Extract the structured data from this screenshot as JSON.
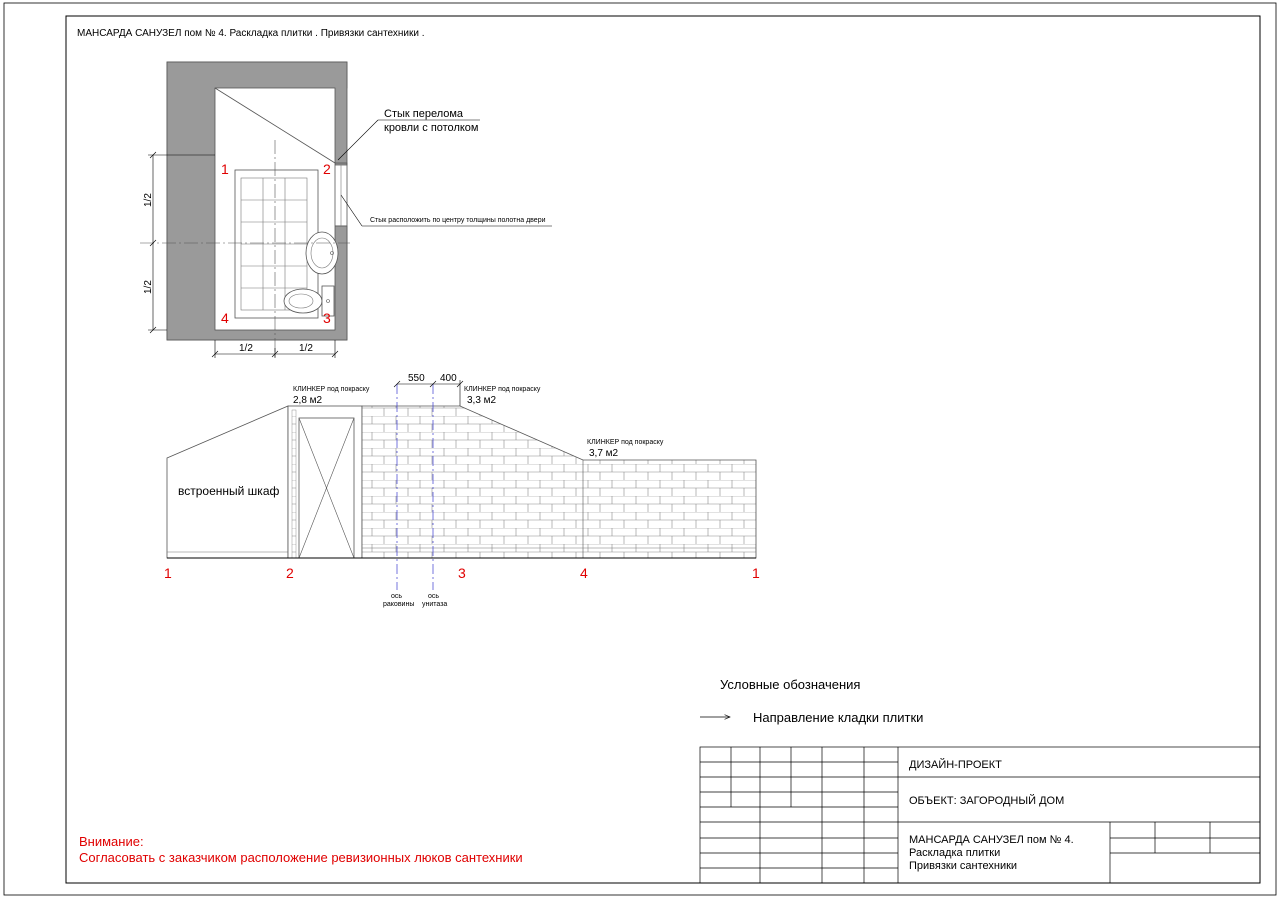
{
  "header": {
    "title": "МАНСАРДА  САНУЗЕЛ пом  № 4. Раскладка плитки . Привязки сантехники ."
  },
  "plan": {
    "corners": [
      "1",
      "2",
      "3",
      "4"
    ],
    "dim_halves": [
      "1/2",
      "1/2"
    ],
    "vert_halves": [
      "1/2",
      "1/2"
    ],
    "roof_break_note": [
      "Стык перелома",
      "кровли с потолком"
    ],
    "door_note": "Стык расположить по центру толщины полотна двери"
  },
  "elevation": {
    "dim_top": [
      "550",
      "400"
    ],
    "zones": [
      {
        "material": "КЛИНКЕР под покраску",
        "area": "2,8 м2"
      },
      {
        "material": "КЛИНКЕР под покраску",
        "area": "3,3 м2"
      },
      {
        "material": "КЛИНКЕР под покраску",
        "area": "3,7 м2"
      }
    ],
    "cabinet_label": "встроенный шкаф",
    "corner_marks": [
      "1",
      "2",
      "3",
      "4",
      "1"
    ],
    "axis_sink": [
      "ось",
      "раковины"
    ],
    "axis_toilet": [
      "ось",
      "унитаза"
    ]
  },
  "legend": {
    "title": "Условные обозначения",
    "item": "Направление кладки плитки"
  },
  "warning": {
    "title": "Внимание:",
    "text": "Согласовать с заказчиком расположение ревизионных люков сантехники"
  },
  "title_block": {
    "project": "ДИЗАЙН-ПРОЕКТ",
    "object": "ОБЪЕКТ: ЗАГОРОДНЫЙ ДОМ",
    "sheet_lines": [
      "МАНСАРДА  САНУЗЕЛ пом  № 4.",
      "Раскладка плитки",
      "Привязки сантехники"
    ]
  },
  "colors": {
    "wall": "#9a9a9a",
    "accent_red": "#e00000",
    "axis_blue": "#3a3ad0"
  }
}
